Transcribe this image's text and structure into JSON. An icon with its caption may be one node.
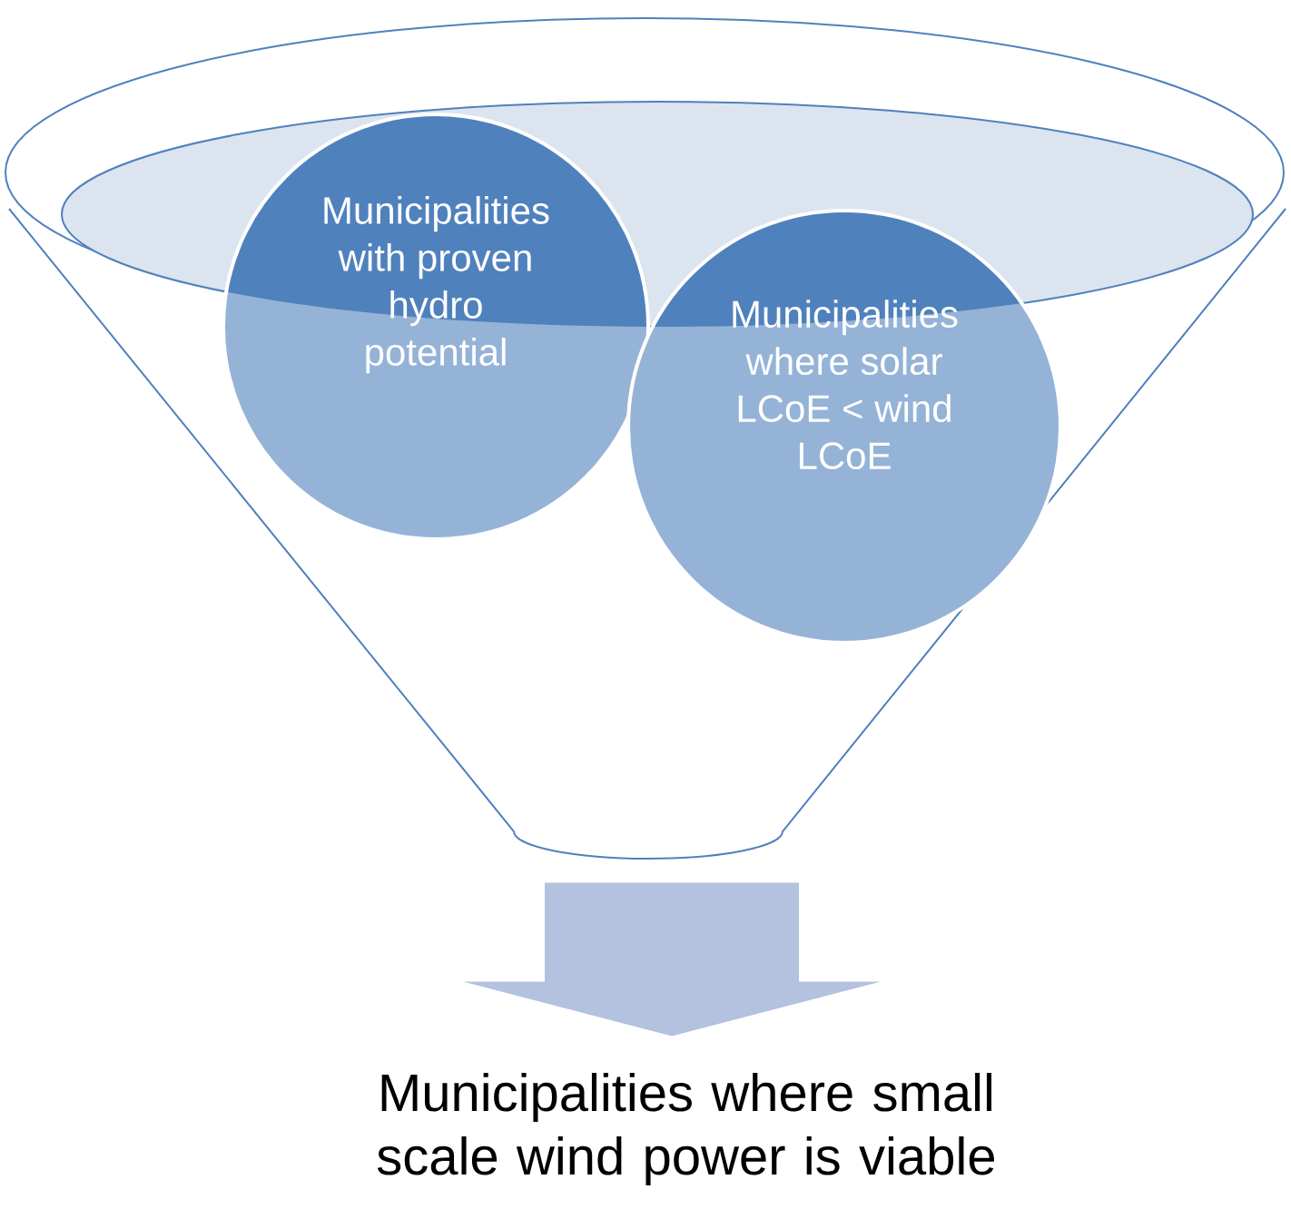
{
  "diagram": {
    "nodes": [
      {
        "text": [],
        "shape": "funnel"
      },
      {
        "text": [
          "Municipalities with proven hydro potential"
        ],
        "in": 0
      },
      {
        "text": [
          "Municipalities where solar LCoE < wind LCoE"
        ],
        "in": 0
      },
      {
        "text": [
          "Municipalities where small scale wind power is viable"
        ]
      }
    ],
    "edges": [
      {
        "from": 0,
        "to": 3,
        "arrow": "to"
      }
    ]
  }
}
